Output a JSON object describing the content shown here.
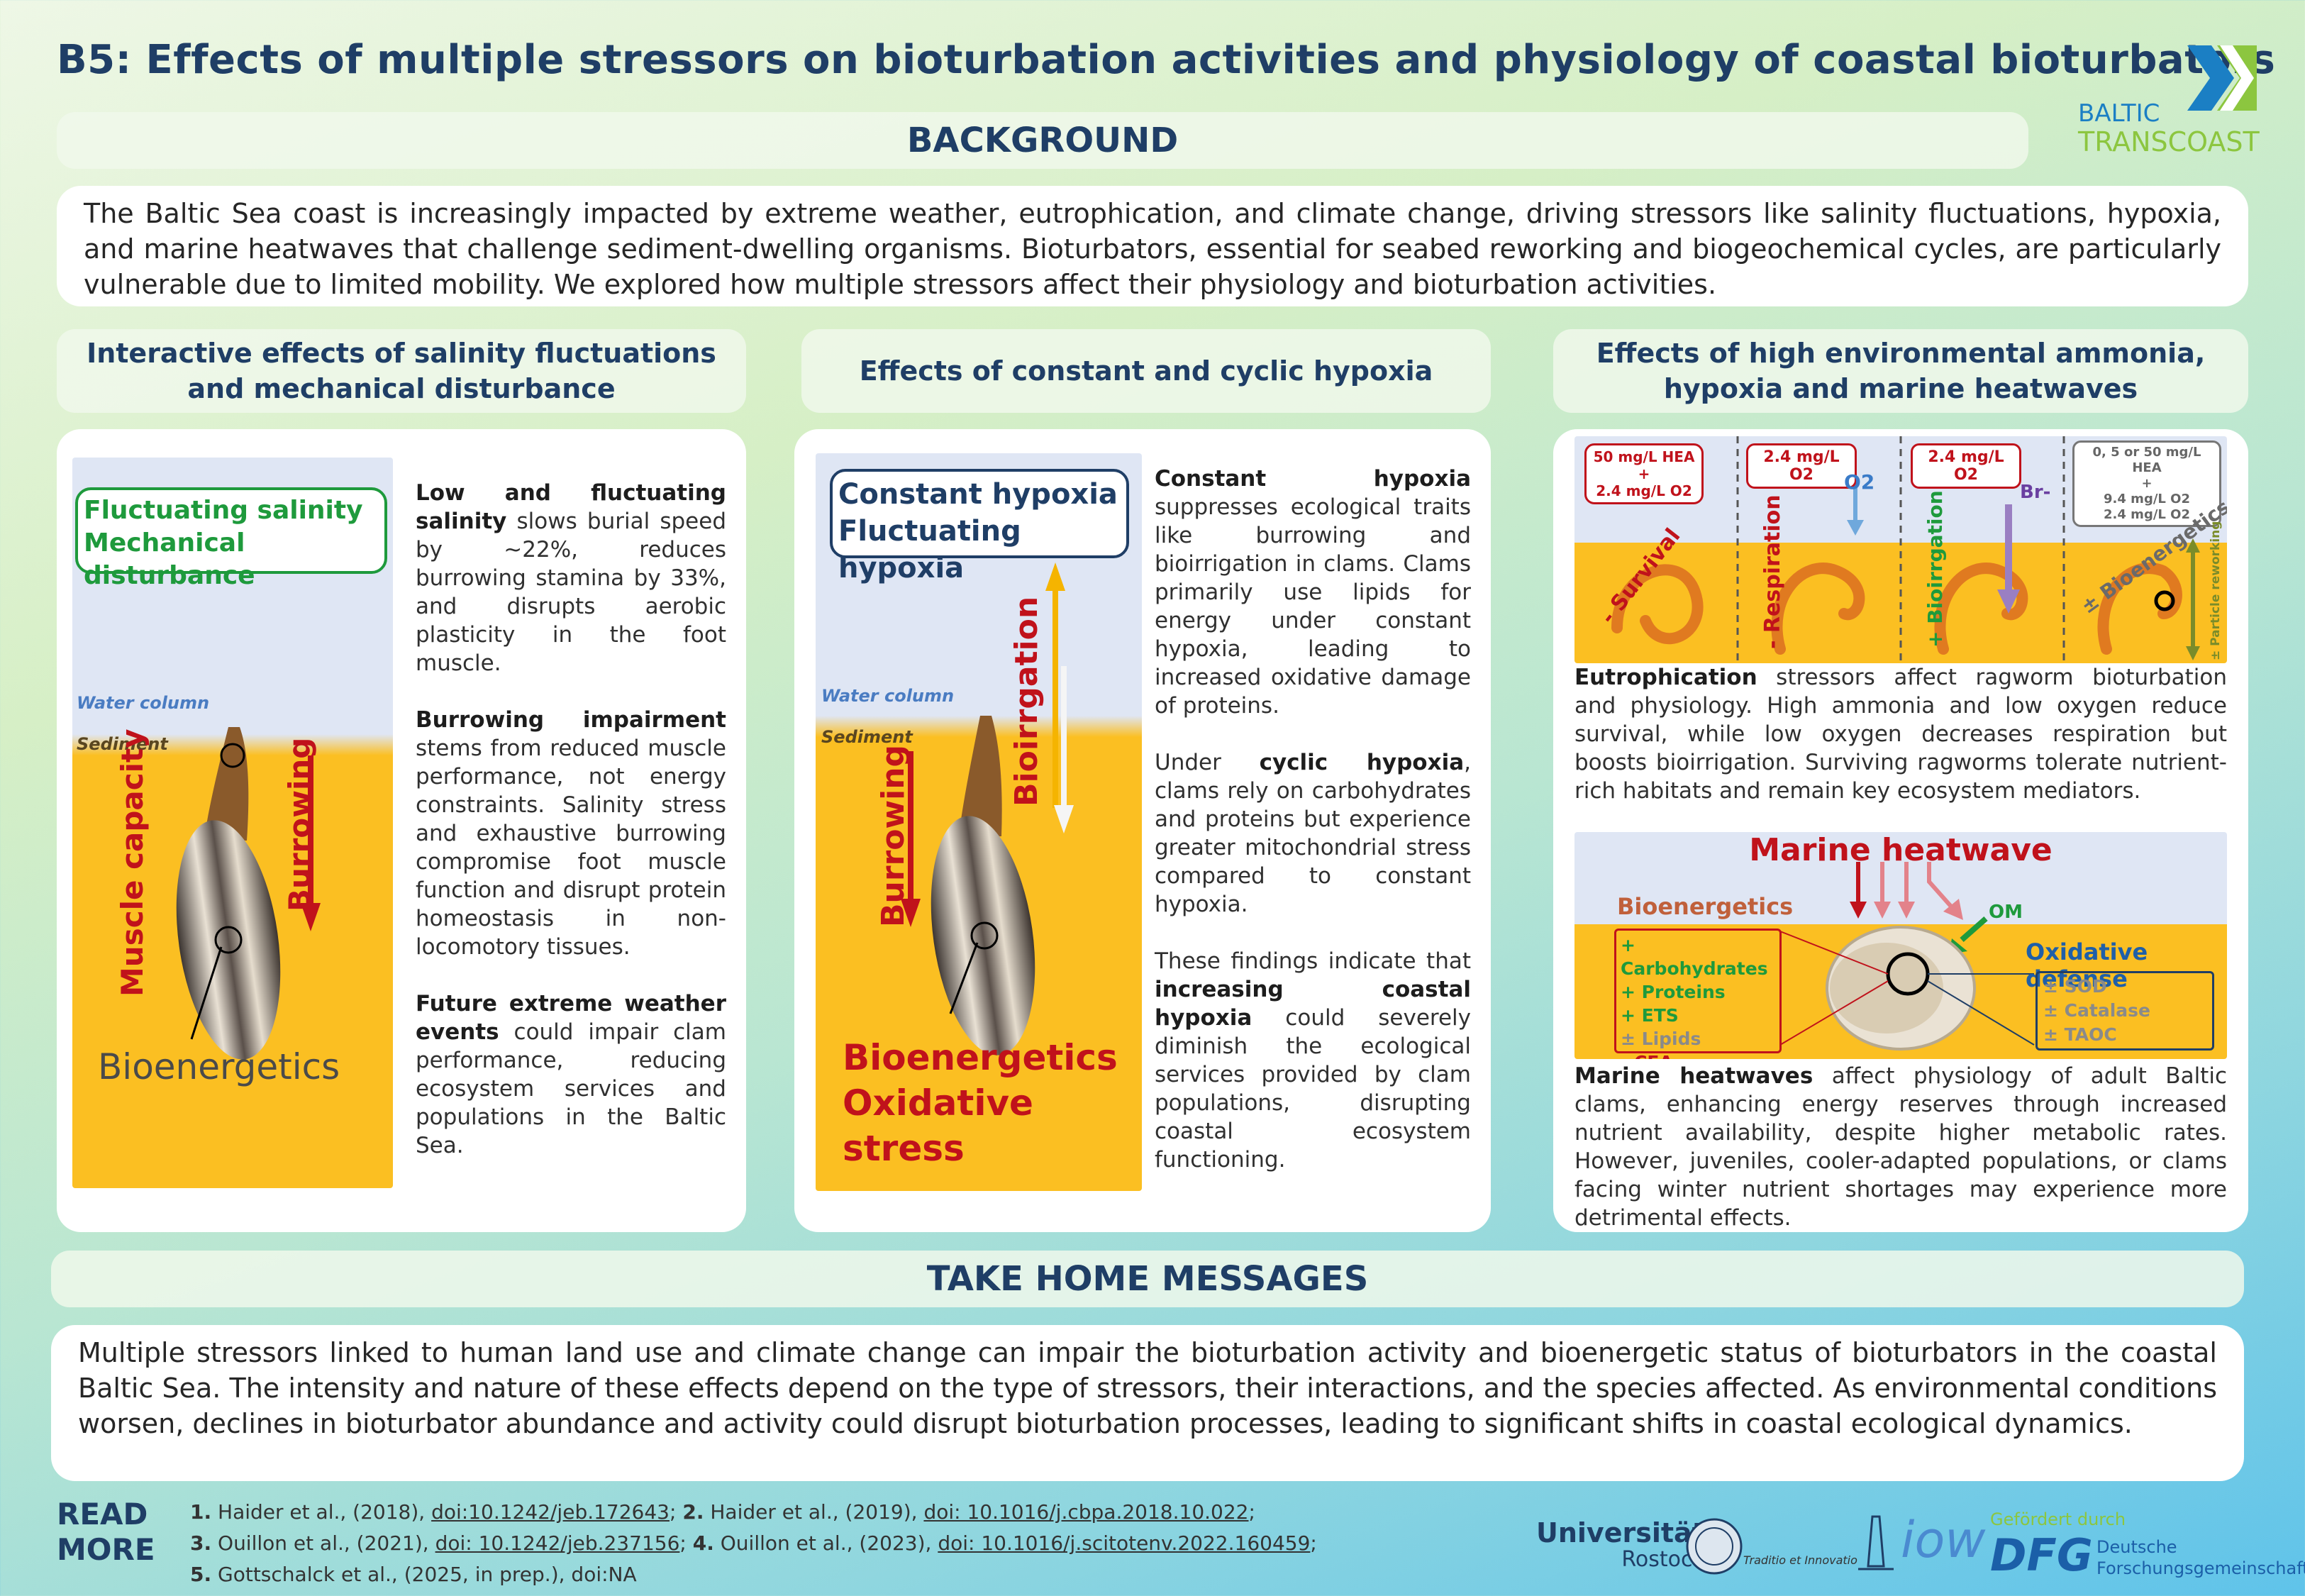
{
  "title": "B5: Effects of multiple stressors on bioturbation activities and physiology of coastal bioturbators",
  "logo": {
    "line1": "BALTIC",
    "line2": "TRANSCOAST"
  },
  "background": {
    "heading": "BACKGROUND",
    "text": "The Baltic Sea coast is increasingly impacted by extreme weather, eutrophication, and climate change, driving stressors like salinity fluctuations, hypoxia, and marine heatwaves that challenge sediment-dwelling organisms. Bioturbators, essential for seabed reworking and biogeochemical cycles, are particularly vulnerable due to limited mobility. We explored how multiple stressors affect their physiology and bioturbation activities."
  },
  "sections": {
    "s1": {
      "heading": "Interactive effects of salinity fluctuations and mechanical disturbance",
      "fig": {
        "box1": "Fluctuating salinity",
        "box2": "Mechanical disturbance",
        "water": "Water column",
        "sediment": "Sediment",
        "muscle": "Muscle capacity",
        "burrowing": "Burrowing",
        "bioenergetics": "Bioenergetics"
      },
      "p1_b": "Low and fluctuating salinity",
      "p1": " slows burial speed by ~22%, reduces burrowing stamina by 33%, and disrupts aerobic plasticity in the foot muscle.",
      "p2_b": "Burrowing impairment",
      "p2": " stems from reduced muscle performance, not energy constraints. Salinity stress and exhaustive burrowing compromise foot muscle function and disrupt protein homeostasis in non-locomotory tissues.",
      "p3_b": "Future extreme weather events",
      "p3": " could impair clam performance, reducing ecosystem services and populations in the Baltic Sea."
    },
    "s2": {
      "heading": "Effects of constant and cyclic hypoxia",
      "fig": {
        "box1": "Constant hypoxia",
        "box2": "Fluctuating hypoxia",
        "water": "Water column",
        "sediment": "Sediment",
        "burrowing": "Burrowing",
        "bioirrigation": "Bioirrgation",
        "bioenergetics": "Bioenergetics",
        "oxidative": "Oxidative stress"
      },
      "p1_b": "Constant hypoxia",
      "p1": " suppresses ecological traits like burrowing and bioirrigation in clams. Clams primarily use lipids for energy under constant hypoxia, leading to increased oxidative damage of proteins.",
      "p2_a": "Under ",
      "p2_b": "cyclic hypoxia",
      "p2": ", clams rely on carbohydrates and proteins but experience greater mitochondrial stress compared to constant hypoxia.",
      "p3_a": "These findings indicate that ",
      "p3_b": "increasing coastal hypoxia",
      "p3": " could severely diminish the ecological services provided by clam populations, disrupting coastal ecosystem functioning."
    },
    "s3": {
      "heading": "Effects of high environmental ammonia, hypoxia and marine heatwaves",
      "fig1": {
        "c1_box": [
          "50 mg/L HEA",
          "+",
          "2.4 mg/L O2"
        ],
        "c1_label": "- Survival",
        "c2_box": "2.4 mg/L O2",
        "c2_label": "- Respiration",
        "c2_sym": "O2",
        "c3_box": "2.4 mg/L O2",
        "c3_label": "+ Bioirrgation",
        "c3_sym": "Br-",
        "c4_box": [
          "0, 5 or 50 mg/L HEA",
          "+",
          "9.4 mg/L O2",
          "2.4 mg/L O2"
        ],
        "c4_label": "± Bioenergetics",
        "c4_side": "± Particle reworking"
      },
      "p1_b": "Eutrophication",
      "p1": " stressors affect ragworm bioturbation and physiology. High ammonia and low oxygen reduce survival, while low oxygen decreases respiration but boosts bioirrigation. Surviving ragworms tolerate nutrient-rich habitats and remain key ecosystem mediators.",
      "fig2": {
        "title": "Marine heatwave",
        "om": "OM",
        "bio_title": "Bioenergetics",
        "bio_items": [
          "+ Carbohydrates",
          "+ Proteins",
          "+ ETS",
          "± Lipids",
          "- CEA"
        ],
        "ox_title": "Oxidative defense",
        "ox_items": [
          "± SOD",
          "± Catalase",
          "± TAOC"
        ]
      },
      "p2_b": "Marine heatwaves",
      "p2": " affect physiology of adult Baltic clams, enhancing energy reserves through increased nutrient availability, despite higher metabolic rates. However, juveniles, cooler-adapted populations, or clams facing winter nutrient shortages may experience more detrimental effects."
    }
  },
  "take_home": {
    "heading": "TAKE HOME MESSAGES",
    "text": "Multiple stressors linked to human land use and climate change can impair the bioturbation activity and bioenergetic status of bioturbators in the coastal Baltic Sea. The intensity and nature of these effects depend on the type of stressors, their interactions, and the species affected. As environmental conditions worsen, declines in bioturbator abundance and activity could disrupt bioturbation processes, leading to significant shifts in coastal ecological dynamics."
  },
  "read_more": {
    "line1": "READ",
    "line2": "MORE"
  },
  "refs": [
    {
      "n": "1.",
      "a": " Haider et al., (2018), ",
      "doi": "doi:10.1242/jeb.172643",
      "s": "; ",
      "n2": "2.",
      "a2": " Haider et al., (2019), ",
      "doi2": "doi: 10.1016/j.cbpa.2018.10.022",
      "e": ";"
    },
    {
      "n": "3.",
      "a": " Ouillon et al., (2021), ",
      "doi": "doi: 10.1242/jeb.237156",
      "s": "; ",
      "n2": "4.",
      "a2": " Ouillon et al., (2023), ",
      "doi2": "doi: 10.1016/j.scitotenv.2022.160459",
      "e": ";"
    },
    {
      "n": "5.",
      "a": " Gottschalck et al., (2025, in prep.), doi:NA"
    }
  ],
  "footer_logos": {
    "uni1": "Universität",
    "uni2": "Rostock",
    "uni_motto": "Traditio et Innovatio",
    "iow": "iow",
    "dfg_funded": "Gefördert durch",
    "dfg": "DFG",
    "dfg_name1": "Deutsche",
    "dfg_name2": "Forschungsgemeinschaft"
  },
  "colors": {
    "navy": "#1f3e66",
    "green": "#1e9a3c",
    "red": "#c0121b",
    "orange": "#e59a1c",
    "sediment": "#fbbf22",
    "water": "#dfe6f4"
  }
}
